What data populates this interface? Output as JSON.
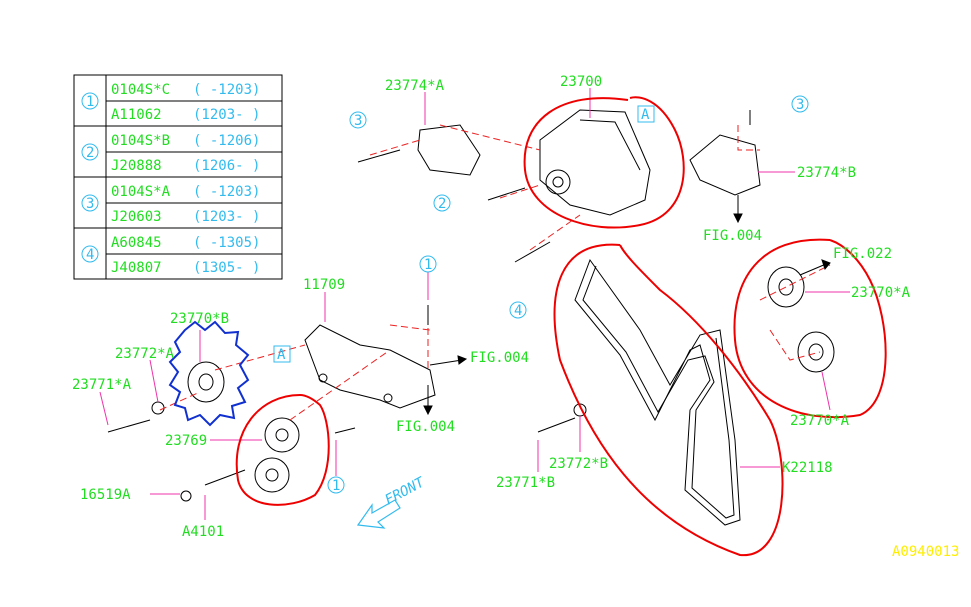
{
  "legend_table": [
    {
      "ref": "1",
      "rows": [
        {
          "part": "0104S*C",
          "range": "( -1203)"
        },
        {
          "part": "A11062",
          "range": "(1203- )"
        }
      ]
    },
    {
      "ref": "2",
      "rows": [
        {
          "part": "0104S*B",
          "range": "( -1206)"
        },
        {
          "part": "J20888",
          "range": "(1206- )"
        }
      ]
    },
    {
      "ref": "3",
      "rows": [
        {
          "part": "0104S*A",
          "range": "( -1203)"
        },
        {
          "part": "J20603",
          "range": "(1203- )"
        }
      ]
    },
    {
      "ref": "4",
      "rows": [
        {
          "part": "A60845",
          "range": "( -1305)"
        },
        {
          "part": "J40807",
          "range": "(1305- )"
        }
      ]
    }
  ],
  "labels": {
    "p23774A": "23774*A",
    "p23700": "23700",
    "p23774B": "23774*B",
    "fig004a": "FIG.004",
    "fig022": "FIG.022",
    "p23770A_1": "23770*A",
    "p23770A_2": "23770*A",
    "p11709": "11709",
    "p23770B": "23770*B",
    "p23772A": "23772*A",
    "p23771A": "23771*A",
    "fig004b": "FIG.004",
    "fig004c": "FIG.004",
    "p23769": "23769",
    "p16519A": "16519A",
    "pA4101": "A4101",
    "front": "FRONT",
    "p23772B": "23772*B",
    "p23771B": "23771*B",
    "pK22118": "K22118",
    "diagram_id": "A0940013",
    "refA_1": "A",
    "refA_2": "A"
  },
  "callouts": {
    "c3a": "3",
    "c3b": "3",
    "c2": "2",
    "c4": "4",
    "c1a": "1",
    "c1b": "1"
  }
}
